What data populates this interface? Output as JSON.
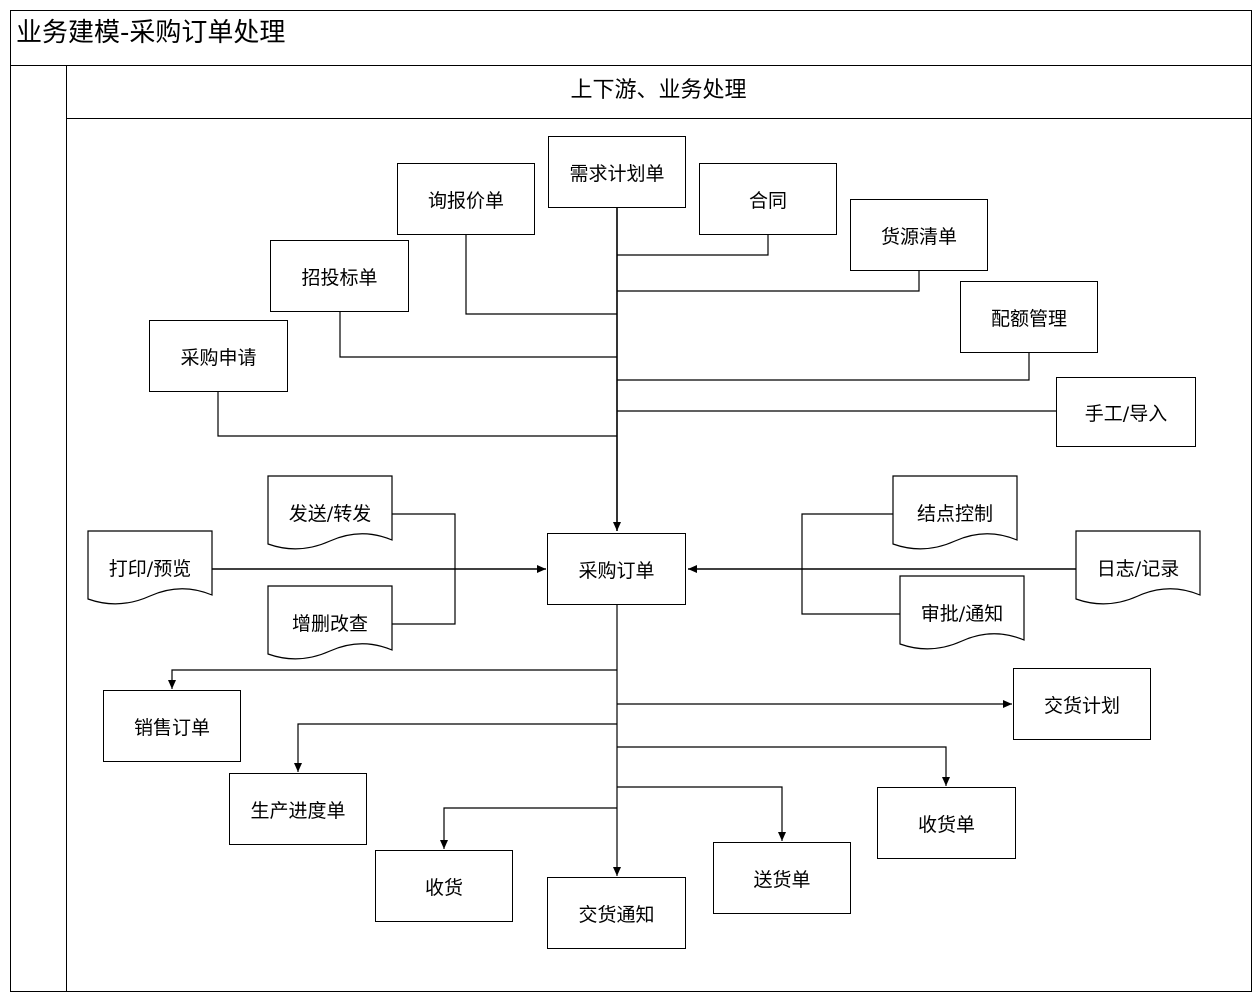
{
  "title": "业务建模-采购订单处理",
  "lane": {
    "title": "上下游、业务处理"
  },
  "sources": {
    "demand_plan": "需求计划单",
    "inquiry": "询报价单",
    "contract": "合同",
    "source_list": "货源清单",
    "bidding": "招投标单",
    "quota": "配额管理",
    "purchase_request": "采购申请",
    "manual_import": "手工/导入"
  },
  "center": {
    "purchase_order": "采购订单"
  },
  "left_documents": {
    "send_forward": "发送/转发",
    "print_preview": "打印/预览",
    "crud": "增删改查"
  },
  "right_documents": {
    "node_control": "结点控制",
    "log_record": "日志/记录",
    "approval_notice": "审批/通知"
  },
  "outputs": {
    "sales_order": "销售订单",
    "delivery_plan": "交货计划",
    "production_progress": "生产进度单",
    "goods_receipt": "收货单",
    "receiving": "收货",
    "delivery_note": "送货单",
    "delivery_notice": "交货通知"
  }
}
